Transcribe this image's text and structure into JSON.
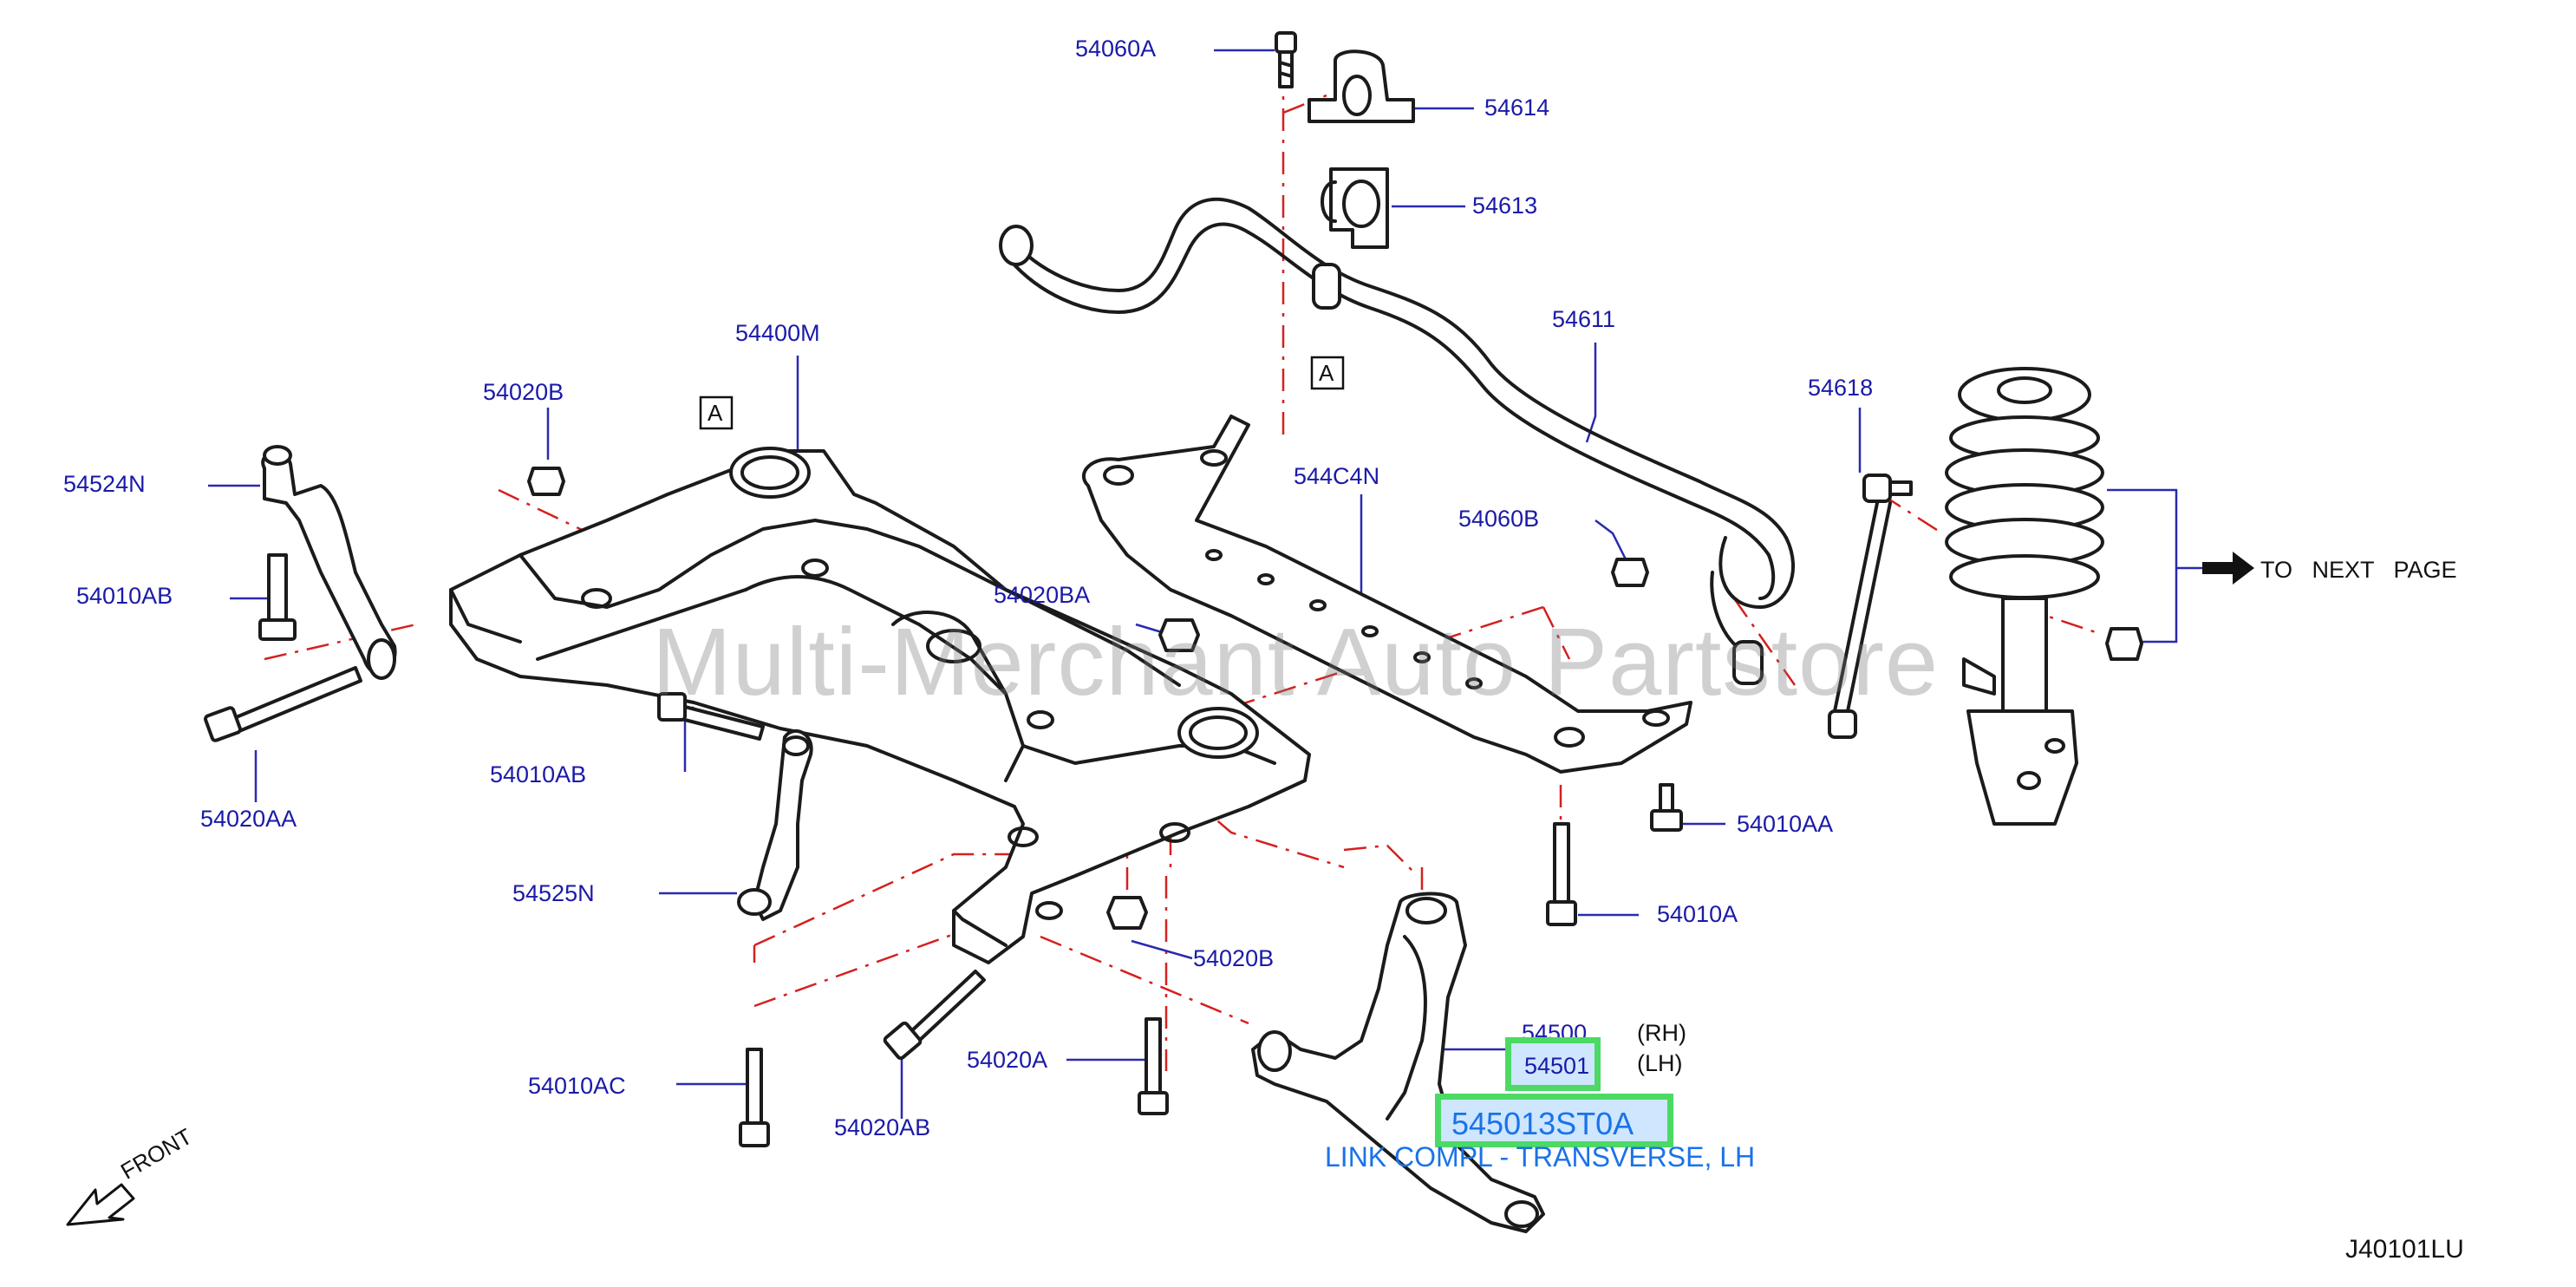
{
  "watermark": "Multi-Merchant Auto Partstore",
  "diagram_code": "J40101LU",
  "front_label": "FRONT",
  "to_next_page": "TO   NEXT   PAGE",
  "ref_box_label": "A",
  "labels": {
    "p54060A": "54060A",
    "p54614": "54614",
    "p54613": "54613",
    "p54611": "54611",
    "p54400M": "54400M",
    "p54020B_top": "54020B",
    "p54524N": "54524N",
    "p54010AB_left": "54010AB",
    "p54020AA": "54020AA",
    "p544C4N": "544C4N",
    "p54060B": "54060B",
    "p54618": "54618",
    "p54020BA": "54020BA",
    "p54010AB_mid": "54010AB",
    "p54010AA": "54010AA",
    "p54525N": "54525N",
    "p54010A": "54010A",
    "p54020B_bot": "54020B",
    "p54500": "54500",
    "rh": "(RH)",
    "p54501": "54501",
    "lh": "(LH)",
    "p54010AC": "54010AC",
    "p54020A": "54020A",
    "p54020AB": "54020AB"
  },
  "highlight": {
    "part_number": "545013ST0A",
    "description": "LINK COMPL - TRANSVERSE, LH"
  },
  "colors": {
    "label_blue": "#1a1aa8",
    "highlight_border": "#4cd964",
    "highlight_fill": "#cfe6ff",
    "description_blue": "#1a73e8",
    "centerline_red": "#d42020"
  }
}
